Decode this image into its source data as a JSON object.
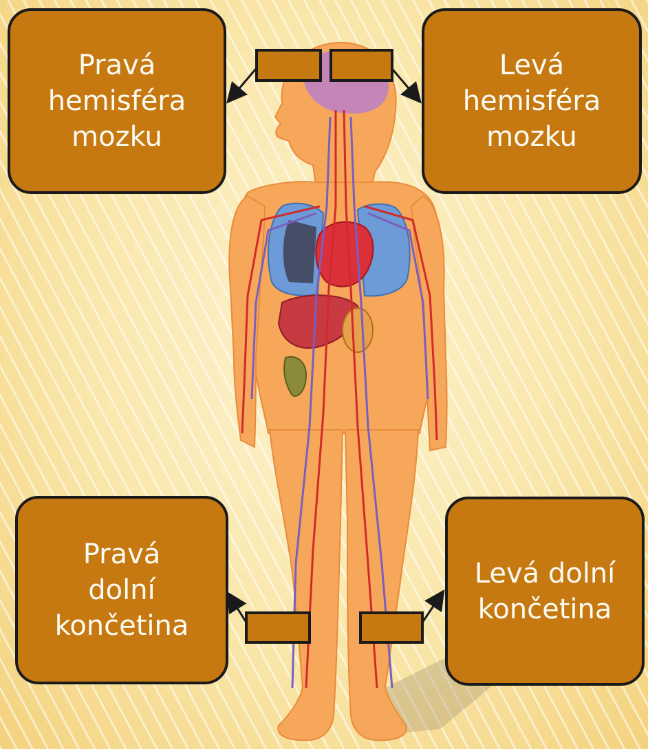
{
  "colors": {
    "box_fill": "#c67811",
    "box_border": "#1a1a1a",
    "box_text": "#fbfbf2",
    "background": "#f9e6a8"
  },
  "labels": {
    "right_hemisphere": "Pravá\nhemisféra\nmozku",
    "left_hemisphere": "Levá\nhemisféra\nmozku",
    "right_lower_limb": "Pravá\ndolní\nkončetina",
    "left_lower_limb": "Levá dolní\nkončetina"
  }
}
